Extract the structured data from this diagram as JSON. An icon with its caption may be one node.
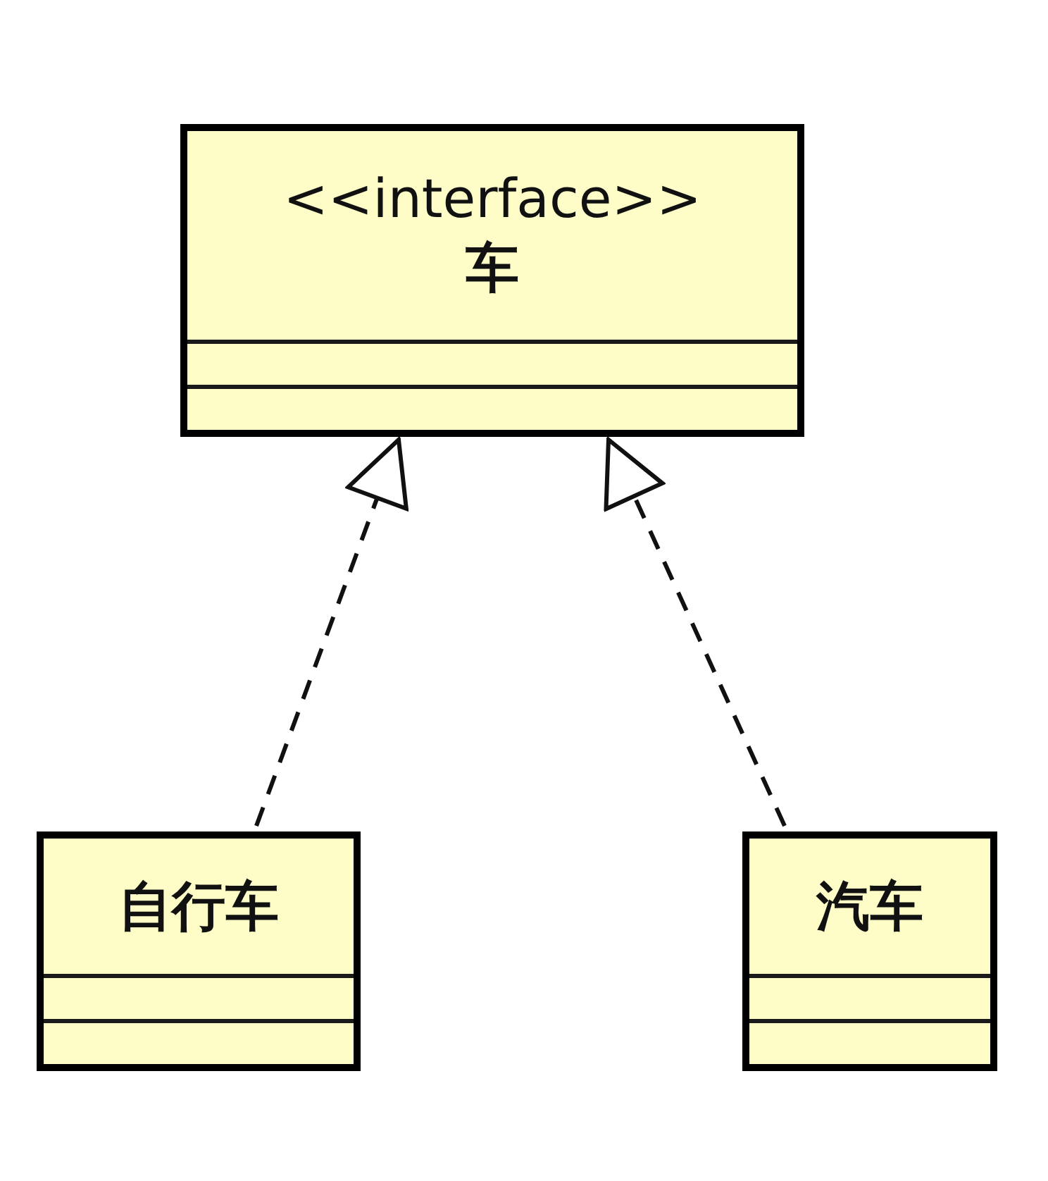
{
  "diagram": {
    "nodes": [
      {
        "text": [
          "<<interface>>",
          "车"
        ]
      },
      {
        "text": [
          "自行车"
        ]
      },
      {
        "text": [
          "汽车"
        ]
      }
    ],
    "edges": [
      {
        "from": 1,
        "to": 0,
        "arrow": "to",
        "style": "dashed"
      },
      {
        "from": 2,
        "to": 0,
        "arrow": "to",
        "style": "dashed"
      }
    ]
  }
}
